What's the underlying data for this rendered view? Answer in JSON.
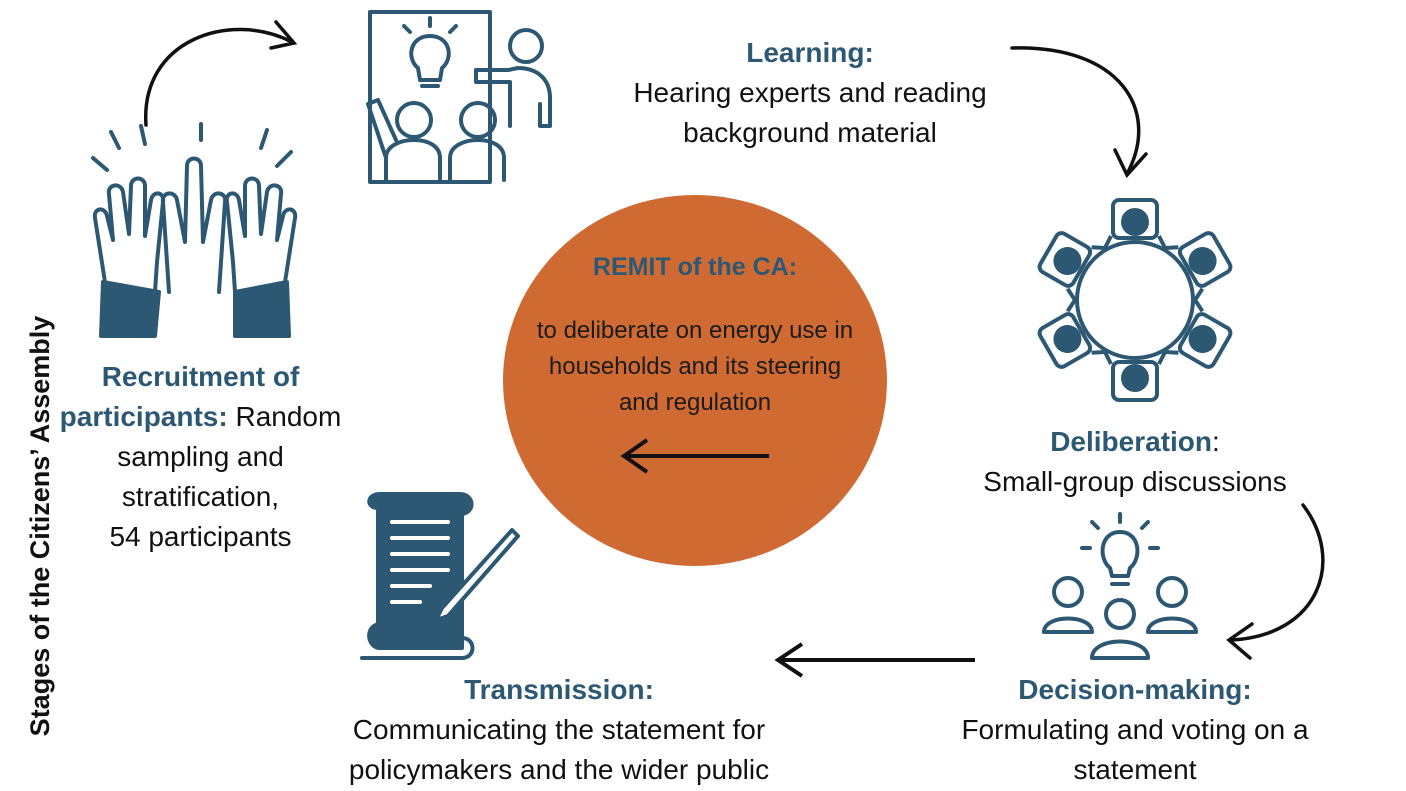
{
  "side_title": "Stages of the Citizens’ Assembly",
  "center": {
    "title": "REMIT of the CA:",
    "text": "to deliberate on energy use in households and its steering and regulation"
  },
  "stages": {
    "learning": {
      "heading": "Learning:",
      "line1": "Hearing experts and reading",
      "line2": "background material"
    },
    "deliberation": {
      "heading": "Deliberation",
      "colon": ":",
      "line1": "Small-group discussions"
    },
    "decision": {
      "heading": "Decision-making:",
      "line1": "Formulating and voting on a",
      "line2": "statement"
    },
    "transmission": {
      "heading": "Transmission:",
      "line1": "Communicating the statement for",
      "line2": "policymakers and the wider public"
    },
    "recruitment": {
      "heading1": "Recruitment of",
      "heading2": "participants:",
      "tail2": " Random",
      "line3": "sampling and",
      "line4": "stratification,",
      "line5": "54 participants"
    }
  },
  "icons": [
    "teaching-icon",
    "round-table-icon",
    "idea-group-icon",
    "scroll-quill-icon",
    "raised-hands-icon"
  ],
  "colors": {
    "heading": "#2d5873",
    "circle": "#d06a33",
    "icon": "#2d5873",
    "text": "#111111"
  }
}
